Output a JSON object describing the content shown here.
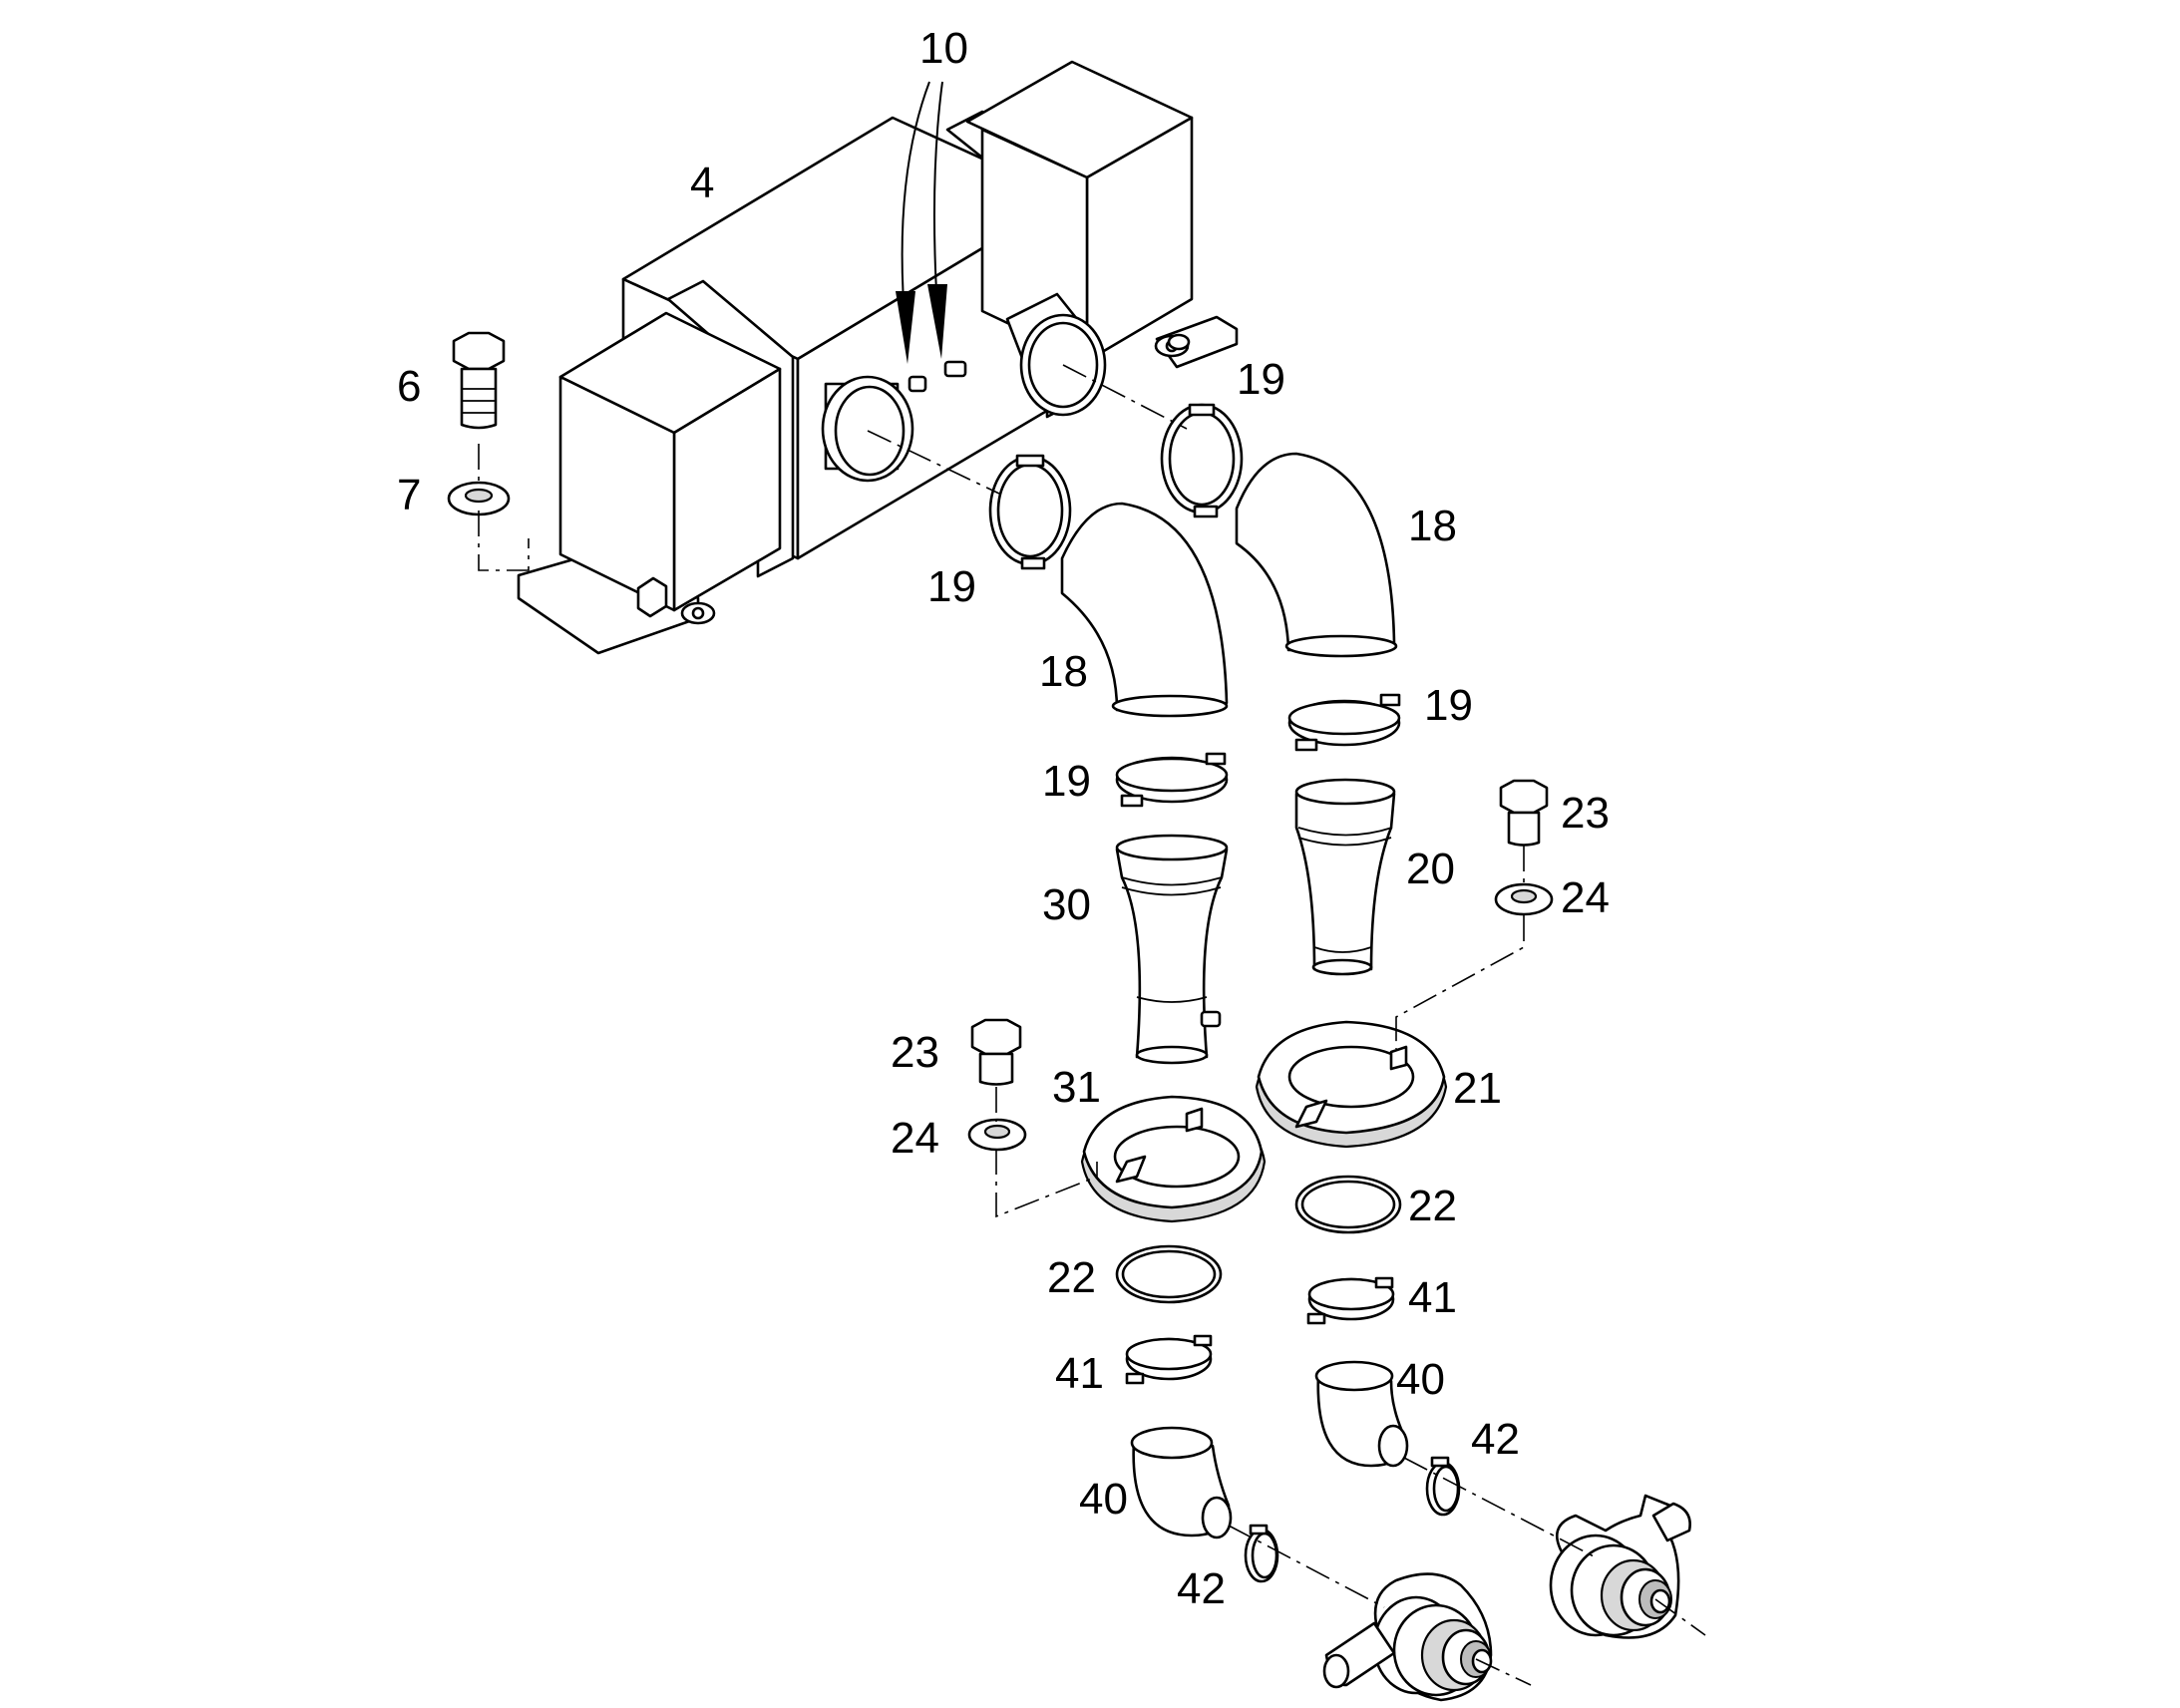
{
  "callouts": {
    "c4": "4",
    "c6": "6",
    "c7": "7",
    "c10": "10",
    "c18a": "18",
    "c18b": "18",
    "c19a": "19",
    "c19b": "19",
    "c19c": "19",
    "c19d": "19",
    "c20": "20",
    "c21": "21",
    "c22a": "22",
    "c22b": "22",
    "c23a": "23",
    "c23b": "23",
    "c24a": "24",
    "c24b": "24",
    "c30": "30",
    "c31": "31",
    "c40a": "40",
    "c40b": "40",
    "c41a": "41",
    "c41b": "41",
    "c42a": "42",
    "c42b": "42"
  }
}
